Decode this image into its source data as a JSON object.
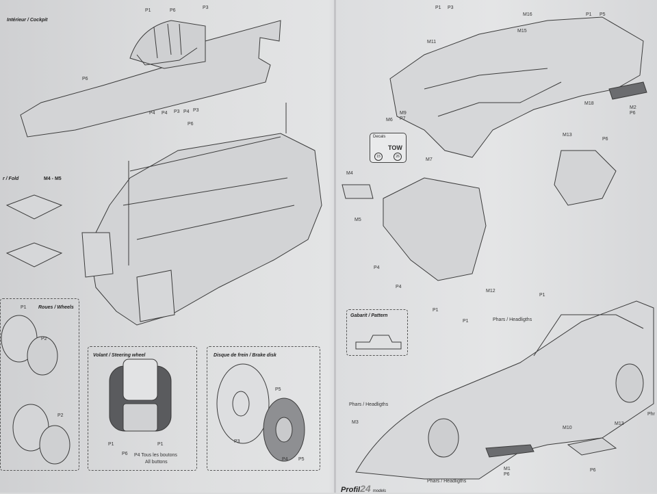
{
  "page": {
    "brand": "Profil",
    "brand_sub": "models",
    "page_number": "24"
  },
  "sections": {
    "interior": "Intérieur / Cockpit",
    "fold": "r / Fold",
    "fold_parts": "M4 - M5",
    "wheels": "Roues / Wheels",
    "steering": "Volant / Steering wheel",
    "brake": "Disque de frein / Brake disk",
    "pattern": "Gabarit / Pattern"
  },
  "decals": {
    "title": "Decals",
    "tow": "TOW",
    "num_a": "15",
    "num_b": "26"
  },
  "labels": {
    "p1": "P1",
    "p2": "P2",
    "p3": "P3",
    "p4": "P4",
    "p5": "P5",
    "p6": "P6",
    "m1": "M1",
    "m2": "M2",
    "m3": "M3",
    "m4": "M4",
    "m5": "M5",
    "m6": "M6",
    "m7": "M7",
    "m9": "M9",
    "m10": "M10",
    "m11": "M11",
    "m12": "M12",
    "m13": "M13",
    "m15": "M15",
    "m16": "M16",
    "m18": "M18",
    "buttons": "P4 Tous les boutons",
    "all_buttons": "All buttons",
    "headlights": "Phars / Headligths",
    "phr": "Phr"
  }
}
